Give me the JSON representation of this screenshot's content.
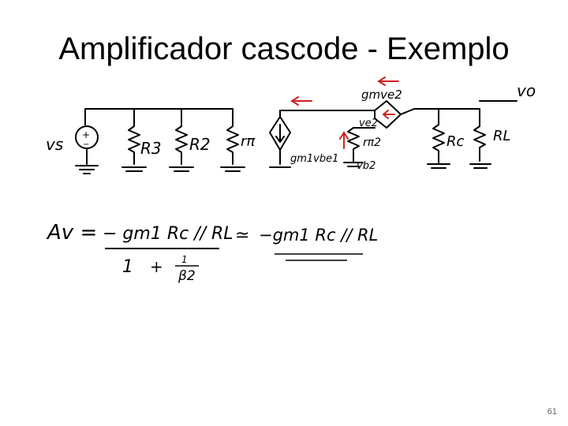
{
  "slide": {
    "title": "Amplificador cascode - Exemplo",
    "page_number": "61"
  },
  "circuit": {
    "labels": {
      "vs": "vs",
      "r3": "R3",
      "r2": "R2",
      "rpi": "rπ",
      "gm_vbe1": "gm1vbe1",
      "ve2": "ve2",
      "rpi2": "rπ2",
      "vb2": "vb2",
      "gm_ve2": "gmve2",
      "rc": "Rc",
      "rl": "RL",
      "vo": "vo"
    },
    "colors": {
      "ink": "#000000",
      "accent": "#cc2222"
    }
  },
  "equation": {
    "lhs": "Av =",
    "numerator": "− gm1 Rc // RL",
    "denominator_one": "1",
    "plus": "+",
    "denominator_frac_top": "1",
    "denominator_frac_bottom": "β2",
    "approx": "≃",
    "approx_rhs": "−gm1 Rc // RL"
  }
}
